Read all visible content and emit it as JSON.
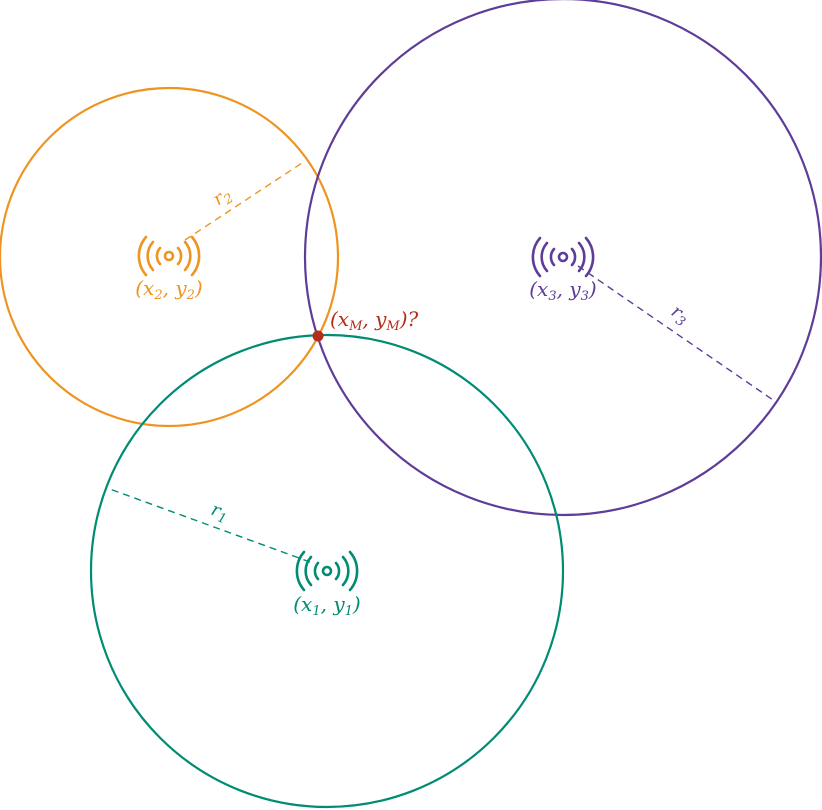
{
  "colors": {
    "station1": "#008b73",
    "station2": "#ee9421",
    "station3": "#5e3c99",
    "target": "#b22e1a"
  },
  "stations": [
    {
      "label_open": "(x",
      "label_sub1": "1",
      "label_mid": ", y",
      "label_sub2": "1",
      "label_close": ")",
      "radius_label": "r",
      "radius_sub": "1",
      "icon": "radio-transmitter-icon"
    },
    {
      "label_open": "(x",
      "label_sub1": "2",
      "label_mid": ", y",
      "label_sub2": "2",
      "label_close": ")",
      "radius_label": "r",
      "radius_sub": "2",
      "icon": "radio-transmitter-icon"
    },
    {
      "label_open": "(x",
      "label_sub1": "3",
      "label_mid": ", y",
      "label_sub2": "3",
      "label_close": ")",
      "radius_label": "r",
      "radius_sub": "3",
      "icon": "radio-transmitter-icon"
    }
  ],
  "target": {
    "label_open": "(x",
    "label_sub1": "M",
    "label_mid": ", y",
    "label_sub2": "M",
    "label_close": ")?"
  }
}
